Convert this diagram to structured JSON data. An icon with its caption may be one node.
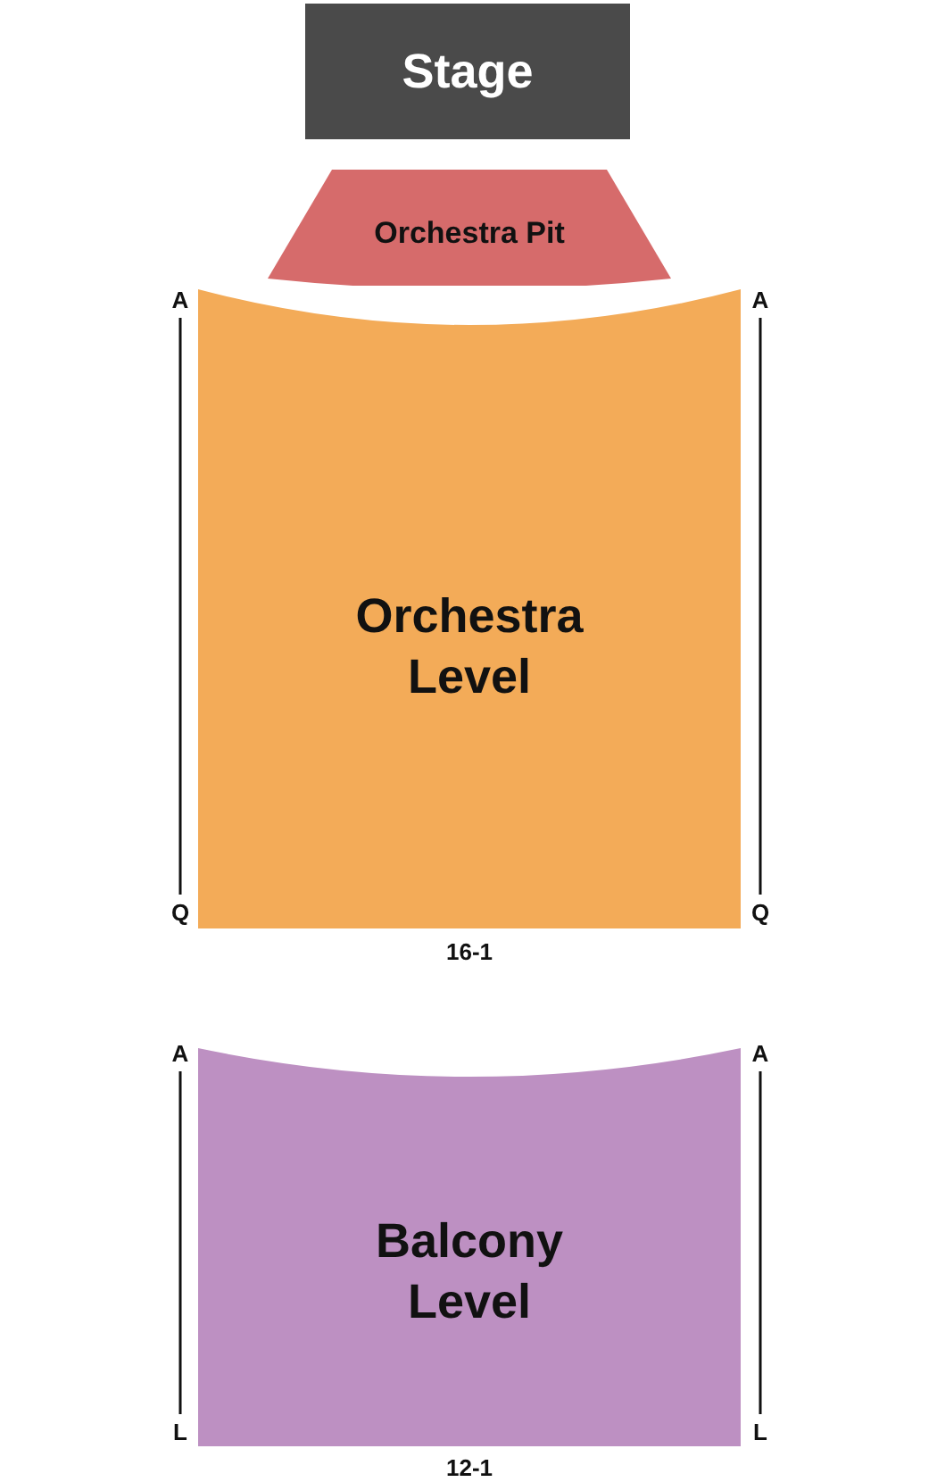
{
  "diagram": {
    "nodes": [
      {
        "text": [
          "Stage"
        ]
      },
      {
        "text": [
          "Orchestra Pit"
        ]
      },
      {
        "text": [
          "Orchestra Level"
        ]
      },
      {
        "text": [
          "Balcony Level"
        ]
      }
    ],
    "labels": [
      "A",
      "A",
      "Q",
      "Q",
      "16-1",
      "A",
      "A",
      "L",
      "L",
      "12-1"
    ]
  }
}
